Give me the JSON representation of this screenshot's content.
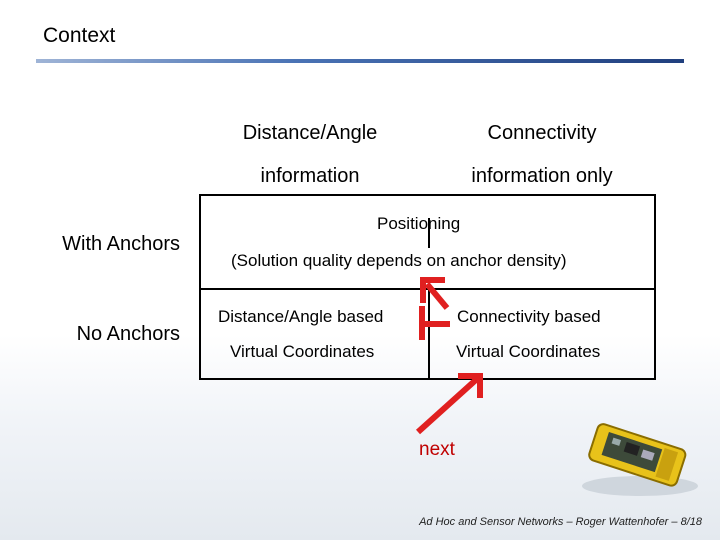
{
  "title": "Context",
  "columns": {
    "distance_angle": [
      "Distance/Angle",
      "information"
    ],
    "connectivity": [
      "Connectivity",
      "information only"
    ]
  },
  "rows": {
    "with_anchors": "With Anchors",
    "no_anchors": "No Anchors"
  },
  "cells": {
    "positioning": "Positioning",
    "solution_quality": "(Solution quality depends on anchor density)",
    "distance_angle_based": "Distance/Angle based",
    "distance_angle_virtual": "Virtual Coordinates",
    "connectivity_based": "Connectivity based",
    "connectivity_virtual": "Virtual Coordinates"
  },
  "next_label": "next",
  "footer": "Ad Hoc and Sensor Networks – Roger Wattenhofer – 8/18",
  "colors": {
    "accent_rule": "#203f7e",
    "arrow": "#e02020",
    "next": "#c00000"
  }
}
